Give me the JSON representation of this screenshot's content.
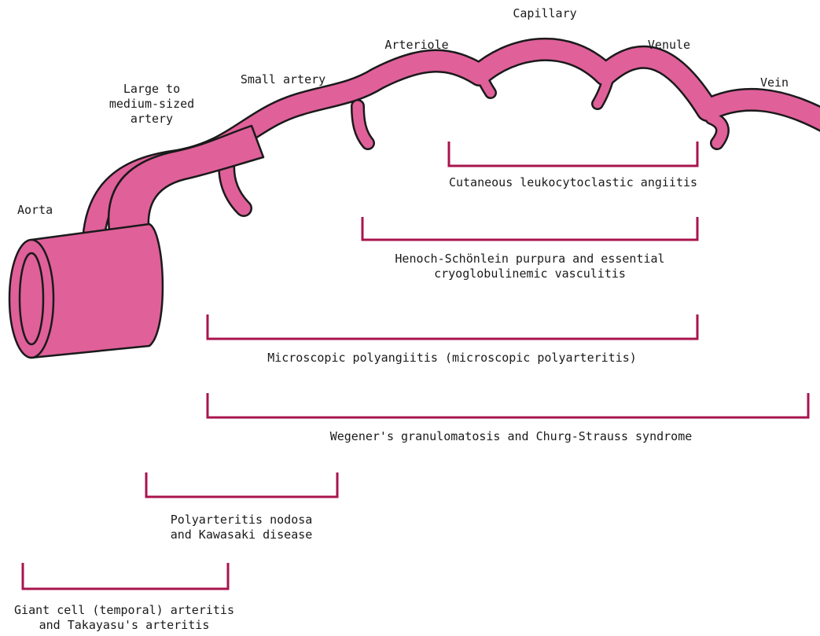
{
  "vessels": {
    "aorta": "Aorta",
    "large_artery": "Large to\nmedium-sized\nartery",
    "small_artery": "Small artery",
    "arteriole": "Arteriole",
    "capillary": "Capillary",
    "venule": "Venule",
    "vein": "Vein"
  },
  "diseases": {
    "cutaneous": "Cutaneous leukocytoclastic angiitis",
    "henoch": "Henoch-Schönlein purpura and essential\ncryoglobulinemic vasculitis",
    "microscopic": "Microscopic polyangiitis (microscopic polyarteritis)",
    "wegener": "Wegener's granulomatosis and Churg-Strauss syndrome",
    "polyarteritis": "Polyarteritis nodosa\nand Kawasaki disease",
    "giant_cell": "Giant cell (temporal) arteritis\nand Takayasu's arteritis"
  },
  "colors": {
    "vessel_fill": "#e0609a",
    "outline": "#1a1a1a",
    "bracket": "#a8144e"
  }
}
